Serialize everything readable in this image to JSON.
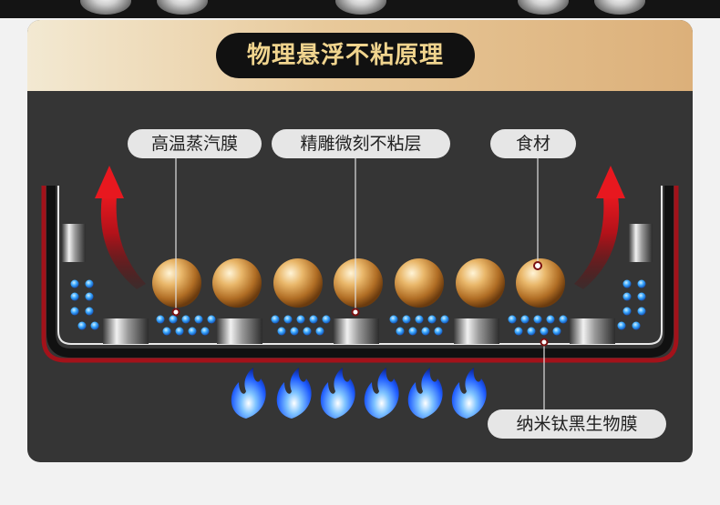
{
  "title": "物理悬浮不粘原理",
  "labels": {
    "steam": "高温蒸汽膜",
    "coating": "精雕微刻不粘层",
    "food": "食材",
    "nano": "纳米钛黑生物膜"
  },
  "colors": {
    "panel": "#353535",
    "banner_gold": "#dcb07a",
    "title_text": "#f0d48e",
    "arrow_red": "#d8141c",
    "flame_blue": "#1f5cff",
    "bubble_blue": "#3aa9ff"
  },
  "icons": [
    "steam-arrow-icon",
    "gold-ball-icon",
    "water-bubble-icon",
    "flame-icon",
    "coating-block-icon"
  ]
}
